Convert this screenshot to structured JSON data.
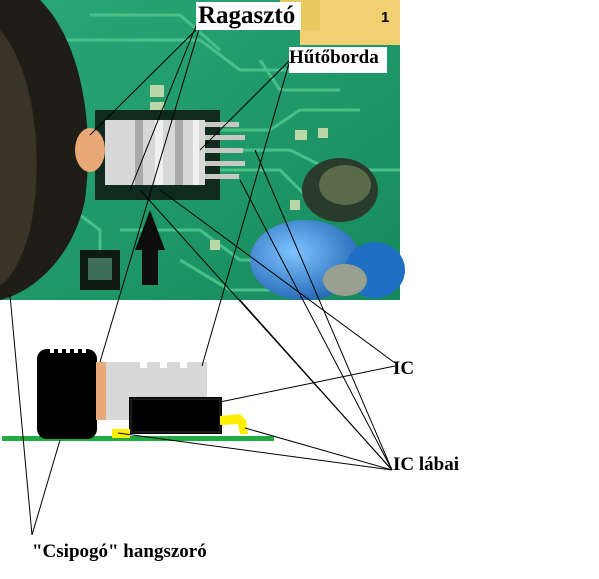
{
  "labels": {
    "ragaszto": "Ragasztó",
    "hutoborda": "Hűtőborda",
    "ic": "IC",
    "ic_labai": "IC lábai",
    "csipogo": "\"Csipogó\" hangszoró",
    "photo_number": "1"
  },
  "colors": {
    "pcb_green": "#1f9a6a",
    "pcb_trace": "#49c08a",
    "glue": "#e8a878",
    "heatsink": "#d8d8d8",
    "ic_black": "#000000",
    "ic_leg_yellow": "#ffee00",
    "board_line": "#22aa44",
    "capacitor_blue": "#2a7fd4",
    "photo_corner": "#f0d070"
  }
}
